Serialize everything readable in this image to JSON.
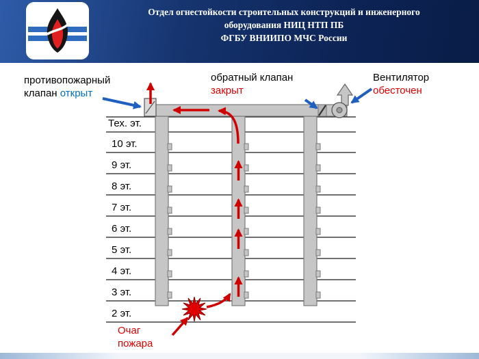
{
  "header": {
    "title_lines": [
      "Отдел огнестойкости строительных конструкций и инженерного",
      "оборудования НИЦ НТП ПБ",
      "ФГБУ ВНИИПО МЧС России"
    ]
  },
  "callouts": {
    "fire_damper": {
      "line1": "противопожарный",
      "line2_prefix": "клапан ",
      "state": "открыт"
    },
    "check_valve": {
      "line1": "обратный клапан",
      "state": "закрыт"
    },
    "fan": {
      "line1": "Вентилятор",
      "state": "обесточен"
    },
    "fire_source": {
      "line1": "Очаг",
      "line2": "пожара"
    }
  },
  "floors": [
    "Тех. эт.",
    "10 эт.",
    "9 эт.",
    "8 эт.",
    "7 эт.",
    "6 эт.",
    "5 эт.",
    "4 эт.",
    "3 эт.",
    "2 эт."
  ],
  "colors": {
    "header_navy": "#0d2a5e",
    "open_state_blue": "#0070C0",
    "alarm_red": "#e00000",
    "duct_gray": "#c6c6c6",
    "pointer_blue": "#1f5fc0"
  }
}
